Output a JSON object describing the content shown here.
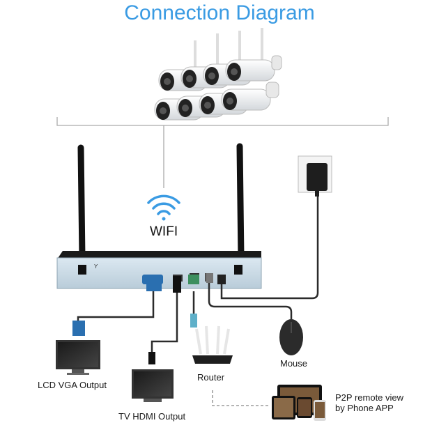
{
  "title": "Connection Diagram",
  "wifi": {
    "label": "WIFI",
    "icon": "wifi-icon"
  },
  "devices": {
    "cameras": {
      "count": 8,
      "icon": "bullet-camera-icon"
    },
    "nvr": {
      "icon": "nvr-recorder-icon"
    },
    "power_adapter": {
      "icon": "power-adapter-icon"
    },
    "mouse": {
      "label": "Mouse",
      "icon": "mouse-icon"
    },
    "lcd": {
      "label": "LCD VGA Output",
      "icon": "monitor-icon"
    },
    "tv": {
      "label": "TV HDMI Output",
      "icon": "tv-icon"
    },
    "router": {
      "label": "Router",
      "icon": "router-icon"
    },
    "p2p": {
      "label_line1": "P2P remote view",
      "label_line2": "by Phone APP",
      "icon": "phone-tablet-icon"
    }
  },
  "colors": {
    "title": "#3a9be3",
    "wifi": "#3a9be3",
    "cable": "#2b2b2b",
    "nvr_front": "#c9dbe8"
  }
}
